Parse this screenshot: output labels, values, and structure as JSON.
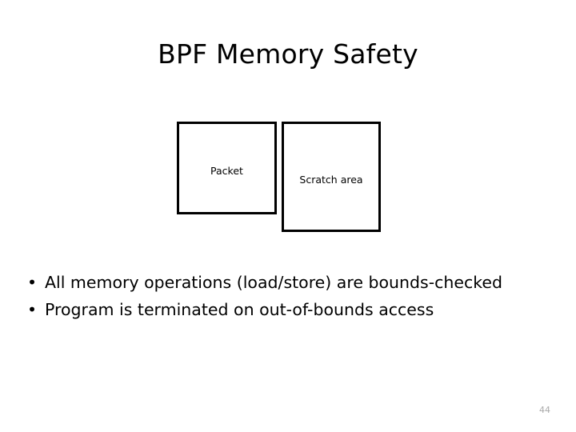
{
  "slide": {
    "title": "BPF Memory Safety",
    "page_number": "44",
    "background_color": "#ffffff",
    "text_color": "#000000",
    "page_number_color": "#a9a9a9"
  },
  "diagram": {
    "type": "memory-regions",
    "boxes": [
      {
        "id": "packet",
        "label": "Packet",
        "border_color": "#000000",
        "fill_color": "#ffffff"
      },
      {
        "id": "scratch",
        "label": "Scratch area",
        "border_color": "#000000",
        "fill_color": "#ffffff"
      }
    ]
  },
  "bullets": {
    "marker": "•",
    "items": [
      {
        "text": "All memory operations (load/store) are bounds-checked"
      },
      {
        "text": "Program is terminated on out-of-bounds access"
      }
    ]
  }
}
